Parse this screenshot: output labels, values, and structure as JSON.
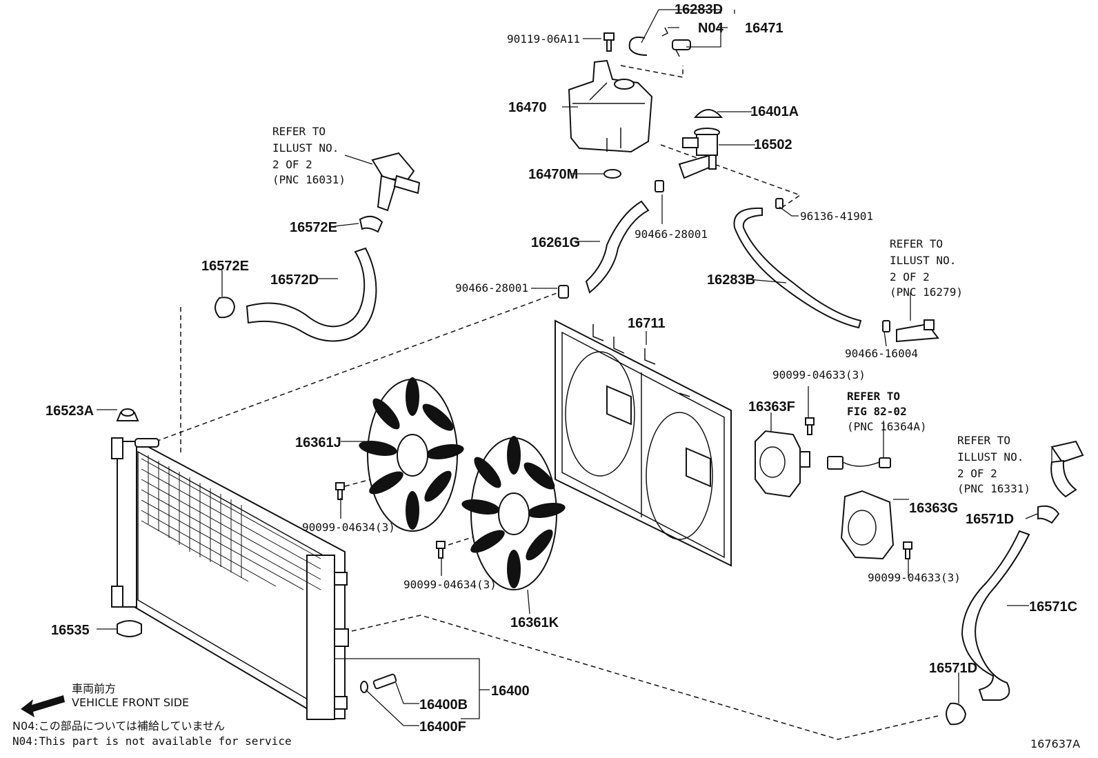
{
  "diagram_id": "167637A",
  "parts": {
    "p16283D": "16283D",
    "pN04": "N04",
    "p16471": "16471",
    "p90119": "90119-06A11",
    "p16470": "16470",
    "p16401A": "16401A",
    "p16502": "16502",
    "p16470M": "16470M",
    "p96136": "96136-41901",
    "p90466_a": "90466-28001",
    "p16261G": "16261G",
    "p90466_b": "90466-28001",
    "p16283B": "16283B",
    "p90466_16004": "90466-16004",
    "p16572E_a": "16572E",
    "p16572E_b": "16572E",
    "p16572D": "16572D",
    "p16711": "16711",
    "p16523A": "16523A",
    "p16361J": "16361J",
    "p90099_04634_a": "90099-04634(3)",
    "p90099_04634_b": "90099-04634(3)",
    "p16361K": "16361K",
    "p90099_04633_a": "90099-04633(3)",
    "p16363F": "16363F",
    "p16363G": "16363G",
    "p90099_04633_b": "90099-04633(3)",
    "p16571D_a": "16571D",
    "p16571C": "16571C",
    "p16571D_b": "16571D",
    "p16535": "16535",
    "p16400": "16400",
    "p16400B": "16400B",
    "p16400F": "16400F"
  },
  "references": {
    "ref_16031": [
      "REFER TO",
      "ILLUST NO.",
      "2 OF 2",
      "(PNC 16031)"
    ],
    "ref_16279": [
      "REFER TO",
      "ILLUST NO.",
      "2 OF 2",
      "(PNC 16279)"
    ],
    "ref_16364A": [
      "REFER TO",
      "FIG 82-02",
      "(PNC 16364A)"
    ],
    "ref_16331": [
      "REFER TO",
      "ILLUST NO.",
      "2 OF 2",
      "(PNC 16331)"
    ]
  },
  "legend": {
    "front_jp": "車両前方",
    "front_en": "VEHICLE FRONT SIDE",
    "note_jp": "N04:この部品については補給していません",
    "note_en": "N04:This part is not available for service"
  },
  "icons": [
    "arrow-left-icon"
  ]
}
